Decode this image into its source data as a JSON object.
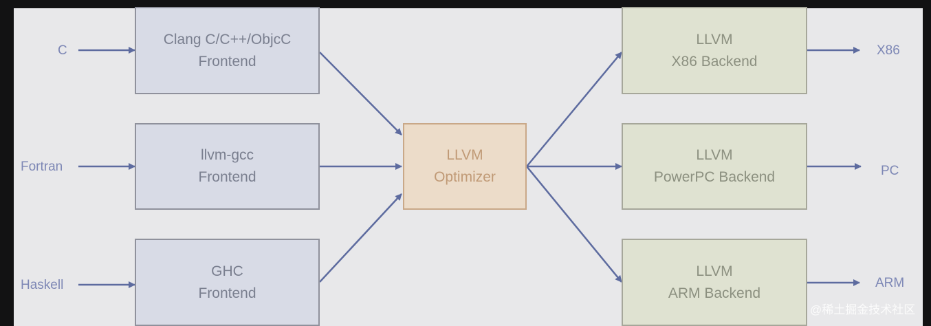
{
  "inputs": [
    "C",
    "Fortran",
    "Haskell"
  ],
  "frontends": [
    {
      "line1": "Clang C/C++/ObjcC",
      "line2": "Frontend"
    },
    {
      "line1": "llvm-gcc",
      "line2": "Frontend"
    },
    {
      "line1": "GHC",
      "line2": "Frontend"
    }
  ],
  "optimizer": {
    "line1": "LLVM",
    "line2": "Optimizer"
  },
  "backends": [
    {
      "line1": "LLVM",
      "line2": "X86 Backend"
    },
    {
      "line1": "LLVM",
      "line2": "PowerPC Backend"
    },
    {
      "line1": "LLVM",
      "line2": "ARM Backend"
    }
  ],
  "outputs": [
    "X86",
    "PC",
    "ARM"
  ],
  "watermark": "@稀土掘金技术社区",
  "colors": {
    "arrow": "#5d6b9f",
    "frontend_fill": "#d8dbe6",
    "optimizer_fill": "#ecdcc9",
    "backend_fill": "#dfe2d1"
  }
}
